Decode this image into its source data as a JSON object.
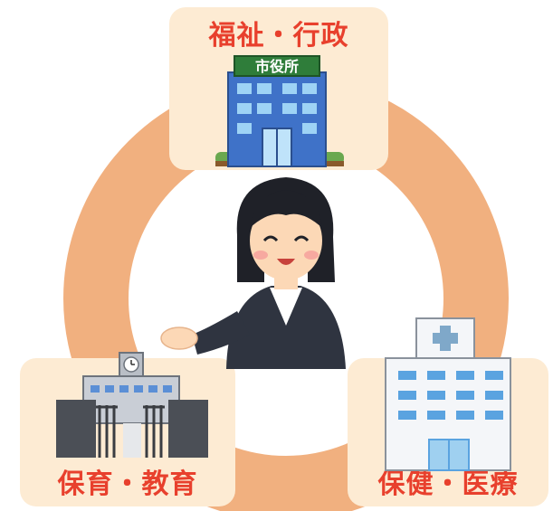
{
  "sections": {
    "top": {
      "label": "福祉・行政"
    },
    "bottom_left": {
      "label": "保育・教育"
    },
    "bottom_right": {
      "label": "保健・医療"
    }
  },
  "signs": {
    "city_hall": "市役所"
  },
  "icons": {
    "city_hall": "city-hall-building-icon",
    "school": "school-building-icon",
    "hospital": "hospital-building-icon",
    "person": "businesswoman-guide-icon"
  },
  "colors": {
    "ring": "#f1b07f",
    "card_background": "#fdebd3",
    "label_text": "#e8402d"
  }
}
